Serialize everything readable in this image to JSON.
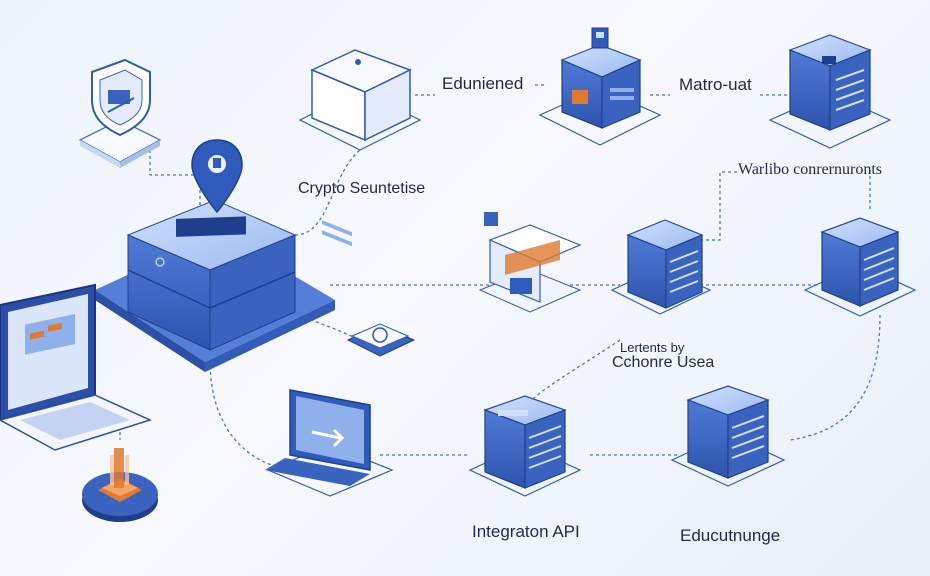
{
  "labels": {
    "top_center": "Eduniened",
    "top_right": "Matro-uat",
    "right_upper": "Warlibo conrernuronts",
    "left_upper": "Crypto Seuntetise",
    "center_small": "Lertents by",
    "center_main": "Cchonre Usea",
    "bottom_center": "Integraton API",
    "bottom_right": "Educutnunge"
  },
  "colors": {
    "server_blue": "#3f69c8",
    "server_dark": "#2a4a9c",
    "server_light": "#8fb0ea",
    "line_blue": "#4a73c9",
    "accent_orange": "#e07a2e"
  },
  "icons": {
    "main_database": "database-icon",
    "shield": "shield-icon",
    "laptop": "laptop-icon",
    "cloud_storage": "cloud-icon",
    "location_pin": "pin-icon"
  }
}
